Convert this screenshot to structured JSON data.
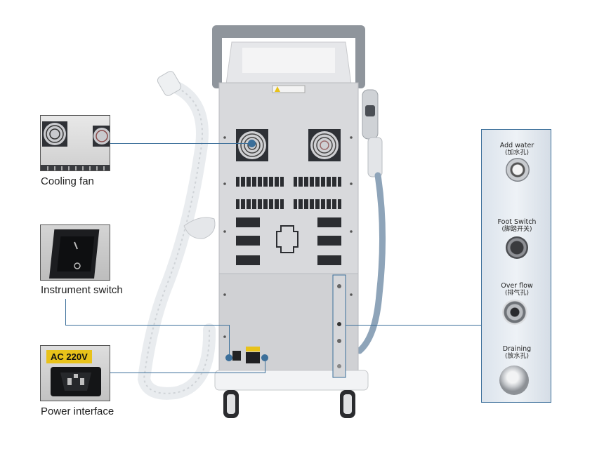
{
  "callouts": {
    "cooling_fan": "Cooling fan",
    "instrument_switch": "Instrument switch",
    "power_interface": "Power interface",
    "power_tag": "AC 220V"
  },
  "ports": [
    {
      "label": "Add water",
      "sub": "(加水孔)"
    },
    {
      "label": "Foot Switch",
      "sub": "(脚踏开关)"
    },
    {
      "label": "Over flow",
      "sub": "(排气孔)"
    },
    {
      "label": "Draining",
      "sub": "(放水孔)"
    }
  ],
  "colors": {
    "leader_line": "#3b6f9a",
    "power_tag": "#e8c21a",
    "machine_body": "#d8d9dc"
  }
}
